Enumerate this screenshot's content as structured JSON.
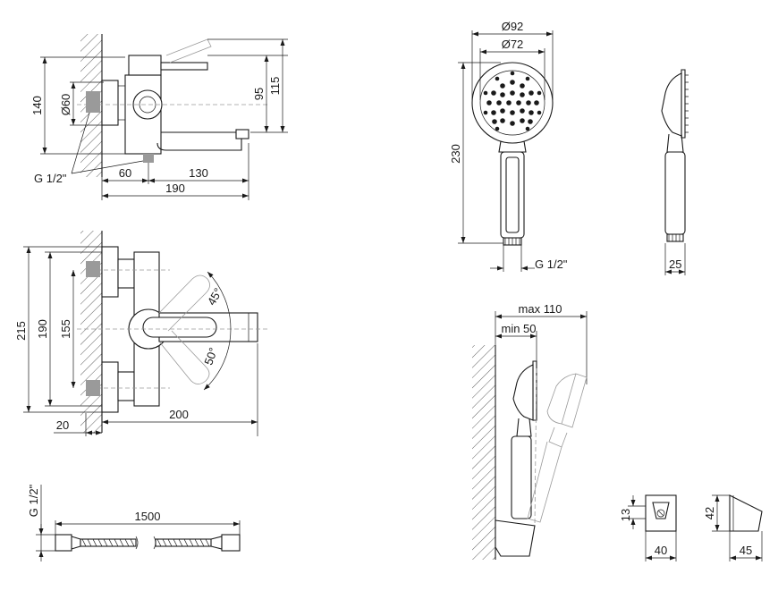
{
  "sheet": {
    "view_side": {
      "d60": "Ø60",
      "d140": "140",
      "d95": "95",
      "d115": "115",
      "thread": "G 1/2\"",
      "d60x": "60",
      "d130": "130",
      "d190": "190"
    },
    "view_top": {
      "d215": "215",
      "d190": "190",
      "d155": "155",
      "a45": "45°",
      "a50": "50°",
      "d20": "20",
      "d200": "200"
    },
    "hose": {
      "thread": "G 1/2\"",
      "length": "1500"
    },
    "shower_front": {
      "d92": "Ø92",
      "d72": "Ø72",
      "h230": "230",
      "thread": "G 1/2\""
    },
    "shower_side": {
      "w25": "25"
    },
    "holder_mount": {
      "max": "max 110",
      "min": "min 50"
    },
    "holder_front": {
      "h13": "13",
      "w40": "40"
    },
    "holder_side": {
      "h42": "42",
      "w45": "45"
    }
  }
}
